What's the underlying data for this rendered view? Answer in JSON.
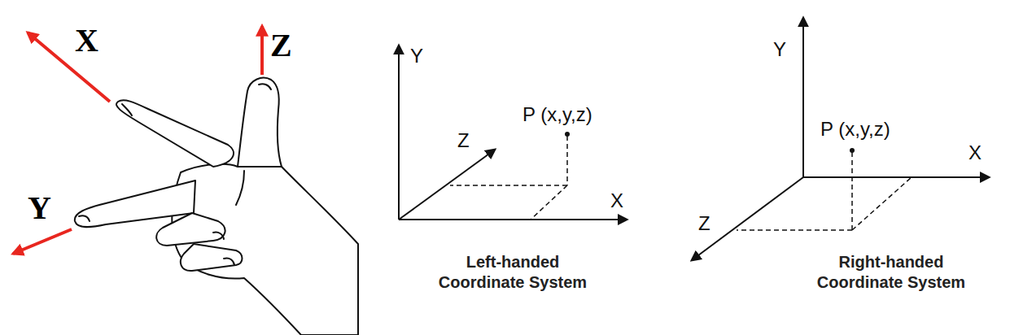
{
  "diagram": {
    "labels": [
      "X",
      "Z",
      "Y",
      "Y",
      "P (x,y,z)",
      "Z",
      "X",
      "Left-handed Coordinate System",
      "Y",
      "P (x,y,z)",
      "X",
      "Z",
      "Right-handed Coordinate System"
    ]
  }
}
